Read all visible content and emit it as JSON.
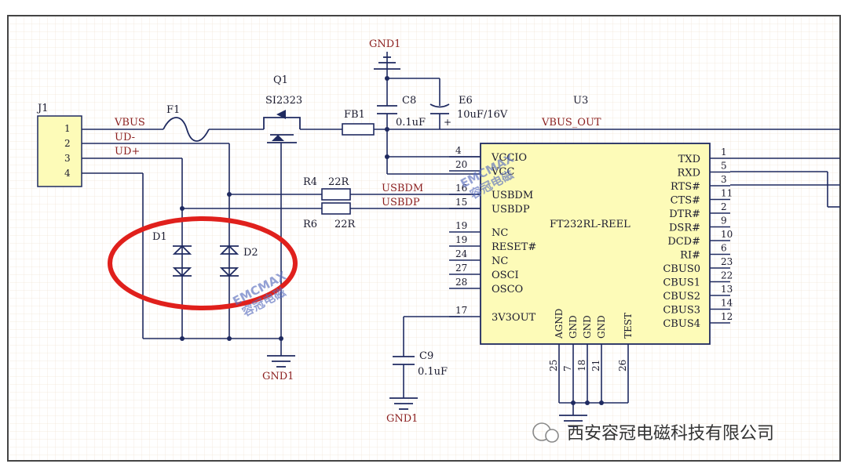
{
  "connector": {
    "ref": "J1",
    "pins": [
      "1",
      "2",
      "3",
      "4"
    ],
    "nets": [
      "VBUS",
      "UD-",
      "UD+"
    ]
  },
  "fuse": {
    "ref": "F1"
  },
  "mosfet": {
    "ref": "Q1",
    "part": "SI2323"
  },
  "ferrite": {
    "ref": "FB1"
  },
  "caps": {
    "c8": {
      "ref": "C8",
      "value": "0.1uF"
    },
    "e6": {
      "ref": "E6",
      "value": "10uF/16V"
    },
    "c9": {
      "ref": "C9",
      "value": "0.1uF"
    }
  },
  "resistors": {
    "r4": {
      "ref": "R4",
      "value": "22R"
    },
    "r6": {
      "ref": "R6",
      "value": "22R"
    }
  },
  "diodes": {
    "d1": "D1",
    "d2": "D2"
  },
  "nets": {
    "usbdm": "USBDM",
    "usbdp": "USBDP",
    "vbus_out": "VBUS_OUT",
    "gnd": "GND1"
  },
  "ic": {
    "ref": "U3",
    "part": "FT232RL-REEL",
    "left_pins": [
      {
        "num": "4",
        "name": "VCCIO"
      },
      {
        "num": "20",
        "name": "VCC"
      },
      {
        "num": "16",
        "name": "USBDM"
      },
      {
        "num": "15",
        "name": "USBDP"
      },
      {
        "num": "19",
        "name": "NC"
      },
      {
        "num": "19",
        "name": "RESET#"
      },
      {
        "num": "24",
        "name": "NC"
      },
      {
        "num": "27",
        "name": "OSCI"
      },
      {
        "num": "28",
        "name": "OSCO"
      },
      {
        "num": "17",
        "name": "3V3OUT"
      }
    ],
    "right_pins": [
      {
        "num": "1",
        "name": "TXD"
      },
      {
        "num": "5",
        "name": "RXD"
      },
      {
        "num": "3",
        "name": "RTS#"
      },
      {
        "num": "11",
        "name": "CTS#"
      },
      {
        "num": "2",
        "name": "DTR#"
      },
      {
        "num": "9",
        "name": "DSR#"
      },
      {
        "num": "10",
        "name": "DCD#"
      },
      {
        "num": "6",
        "name": "RI#"
      },
      {
        "num": "23",
        "name": "CBUS0"
      },
      {
        "num": "22",
        "name": "CBUS1"
      },
      {
        "num": "13",
        "name": "CBUS2"
      },
      {
        "num": "14",
        "name": "CBUS3"
      },
      {
        "num": "12",
        "name": "CBUS4"
      }
    ],
    "bottom_pins": [
      {
        "num": "25",
        "name": "AGND"
      },
      {
        "num": "7",
        "name": "GND"
      },
      {
        "num": "18",
        "name": "GND"
      },
      {
        "num": "21",
        "name": "GND"
      },
      {
        "num": "26",
        "name": "TEST"
      }
    ]
  },
  "watermark": {
    "line1": "EMCMAX",
    "line2": "容冠电磁"
  },
  "footer": {
    "company": "西安容冠电磁科技有限公司"
  },
  "colors": {
    "wire": "#1f2a60",
    "ic_fill": "#fdfbb8",
    "highlight": "#e0201c",
    "net": "#8b1e1e"
  }
}
